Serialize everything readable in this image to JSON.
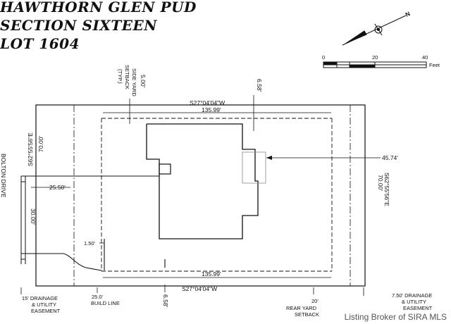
{
  "title": {
    "line1": "HAWTHORN GLEN PUD",
    "line2": "SECTION SIXTEEN",
    "line3": "LOT 1604"
  },
  "scale": {
    "ticks": [
      "0",
      "20",
      "40"
    ],
    "unit": "Feet"
  },
  "compass": {
    "letter": "N"
  },
  "labels": {
    "side_setback_dim": "5.00'",
    "side_setback_text_1": "SIDE YARD",
    "side_setback_text_2": "SETBACK",
    "side_setback_text_3": "(TYP.)",
    "top_setback_dim": "6.58'",
    "top_bearing": "S27°04'04\"W",
    "top_length": "135.99'",
    "left_bearing": "S62°55'56\"E",
    "left_length": "70.00'",
    "right_bearing": "S62°55'56\"E",
    "right_length": "70.00'",
    "offset_dim": "45.74'",
    "driveway_dim": "25.50'",
    "frontage_dim": "30.00'",
    "street_name": "BOLTON DRIVE",
    "small_dim": "1.50'",
    "bottom_length": "135.99'",
    "bottom_bearing": "S27°04'04\"W",
    "bottom_setback_dim": "6.58'"
  },
  "notes": {
    "drainage_left_1": "15' DRAINAGE",
    "drainage_left_2": "& UTILITY",
    "drainage_left_3": "EASEMENT",
    "build_line_1": "25.0'",
    "build_line_2": "BUILD LINE",
    "rear_1": "20'",
    "rear_2": "REAR YARD",
    "rear_3": "SETBACK",
    "drainage_right_1": "7.50' DRAINAGE",
    "drainage_right_2": "& UTILITY",
    "drainage_right_3": "EASEMENT"
  },
  "watermark": "Listing Broker of SIRA MLS"
}
